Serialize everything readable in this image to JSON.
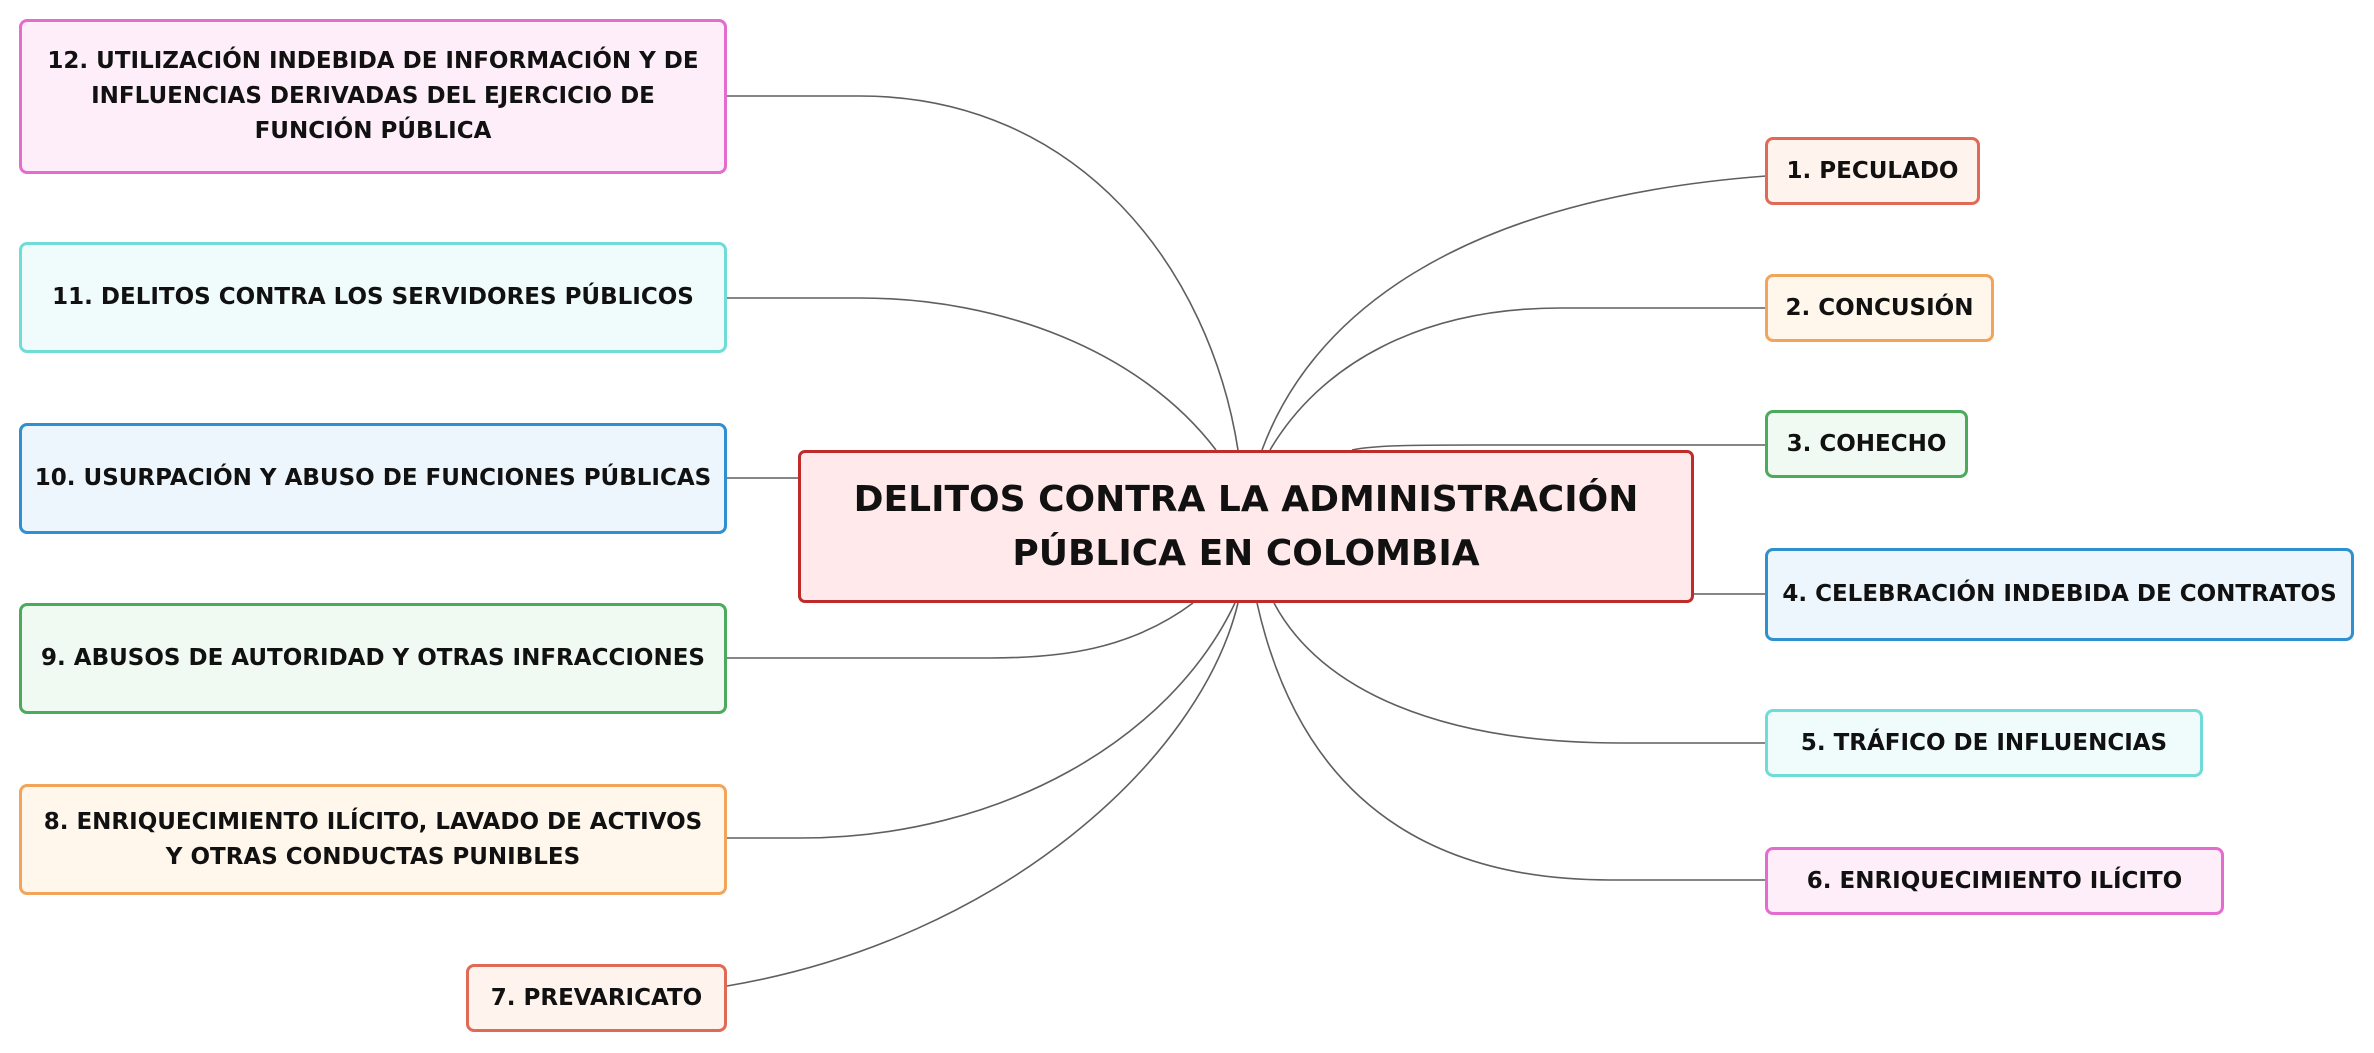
{
  "diagram": {
    "root": {
      "label": "DELITOS CONTRA LA ADMINISTRACIÓN PÚBLICA EN COLOMBIA"
    },
    "branches": [
      {
        "id": "n1",
        "label": "1. PECULADO"
      },
      {
        "id": "n2",
        "label": "2. CONCUSIÓN"
      },
      {
        "id": "n3",
        "label": "3. COHECHO"
      },
      {
        "id": "n4",
        "label": "4. CELEBRACIÓN INDEBIDA DE CONTRATOS"
      },
      {
        "id": "n5",
        "label": "5. TRÁFICO DE INFLUENCIAS"
      },
      {
        "id": "n6",
        "label": "6. ENRIQUECIMIENTO ILÍCITO"
      },
      {
        "id": "n7",
        "label": "7. PREVARICATO"
      },
      {
        "id": "n8",
        "label": "8. ENRIQUECIMIENTO ILÍCITO, LAVADO DE ACTIVOS Y OTRAS CONDUCTAS PUNIBLES"
      },
      {
        "id": "n9",
        "label": "9. ABUSOS DE AUTORIDAD Y OTRAS INFRACCIONES"
      },
      {
        "id": "n10",
        "label": "10. USURPACIÓN Y ABUSO DE FUNCIONES PÚBLICAS"
      },
      {
        "id": "n11",
        "label": "11. DELITOS CONTRA LOS SERVIDORES PÚBLICOS"
      },
      {
        "id": "n12",
        "label": "12. UTILIZACIÓN INDEBIDA DE INFORMACIÓN Y DE INFLUENCIAS DERIVADAS DEL EJERCICIO DE FUNCIÓN PÚBLICA"
      }
    ],
    "colors": {
      "connector": "#5f5f5f",
      "root_border": "#bf2a2a",
      "root_fill": "#ffe9ea",
      "red": "#e06a55",
      "orange": "#f0a55a",
      "green": "#4caa5c",
      "blue": "#2f90d0",
      "cyan": "#6fdcd8",
      "pink": "#e56ccf"
    }
  }
}
